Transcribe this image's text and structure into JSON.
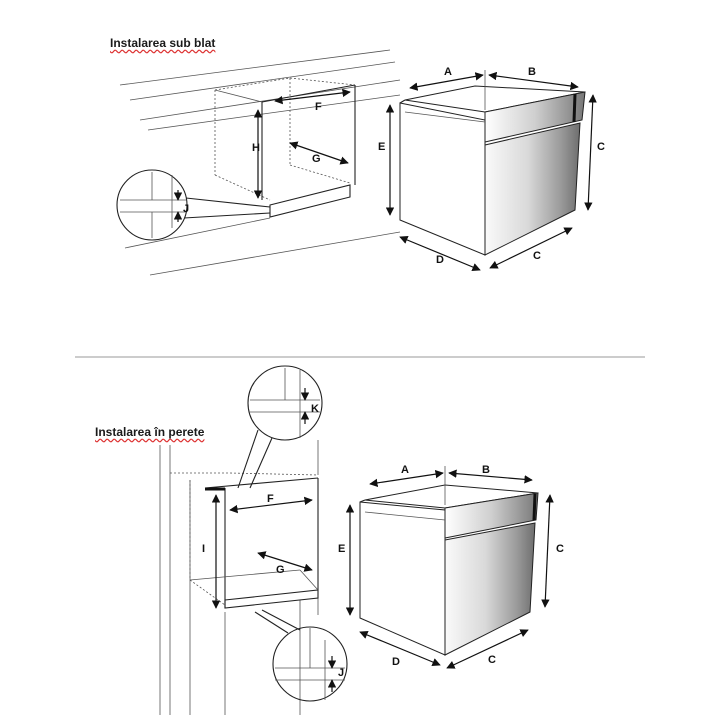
{
  "titles": {
    "under_counter": "Instalarea sub blat",
    "in_wall": "Instalarea în perete"
  },
  "dimension_labels": {
    "A": "A",
    "B": "B",
    "C": "C",
    "D": "D",
    "E": "E",
    "F": "F",
    "G": "G",
    "H": "H",
    "I": "I",
    "J": "J",
    "K": "K"
  },
  "colors": {
    "line": "#222222",
    "oven_steel_light": "#f2f2f2",
    "oven_steel_dark": "#8a8a8a",
    "divider": "#999999"
  }
}
